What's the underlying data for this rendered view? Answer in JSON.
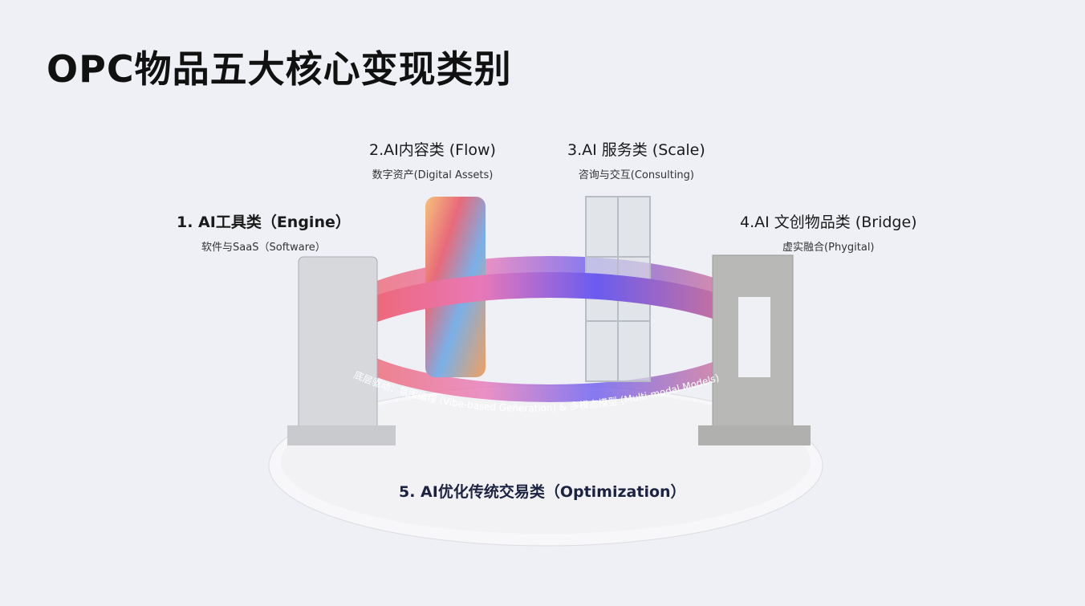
{
  "title": "OPC物品五大核心变现类别",
  "categories": [
    {
      "heading": "1. AI工具类（Engine）",
      "sub": "软件与SaaS（Software）"
    },
    {
      "heading": "2.AI内容类 (Flow)",
      "sub": "数字资产(Digital Assets)"
    },
    {
      "heading": "3.AI 服务类 (Scale)",
      "sub": "咨询与交互(Consulting)"
    },
    {
      "heading": "4.AI 文创物品类 (Bridge)",
      "sub": "虚实融合(Phygital)"
    },
    {
      "heading": "5. AI优化传统交易类（Optimization）"
    }
  ],
  "ring_text": "底层驱动：氛围编程 (Vibe-based Generation) & 多模态模型 (Multi-modal Models)",
  "colors": {
    "ring_red": "#f0605a",
    "ring_blue": "#6a5cf0",
    "platform": "#f4f4f6"
  }
}
